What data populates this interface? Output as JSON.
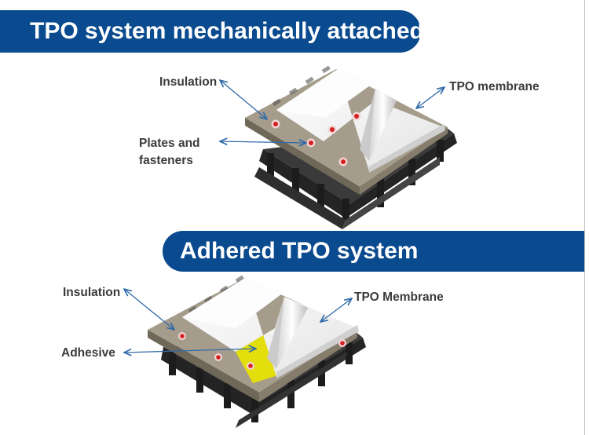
{
  "sections": [
    {
      "title": "TPO system mechanically attached",
      "labels": {
        "insulation": "Insulation",
        "plates_line1": "Plates and",
        "plates_line2": "fasteners",
        "membrane": "TPO membrane"
      }
    },
    {
      "title": "Adhered TPO system",
      "labels": {
        "insulation": "Insulation",
        "adhesive": "Adhesive",
        "membrane": "TPO Membrane"
      }
    }
  ],
  "colors": {
    "banner": "#0a4a8e",
    "label_text": "#3b3b3b",
    "arrow": "#2f6aa8",
    "membrane": "#f2f2f2",
    "insulation": "#9a9080",
    "deck": "#2b2b2b",
    "fastener": "#d21f1f",
    "adhesive": "#e3de0c"
  },
  "icons": [
    "leader-arrow",
    "fastener-plate",
    "steel-deck",
    "roof-assembly"
  ]
}
